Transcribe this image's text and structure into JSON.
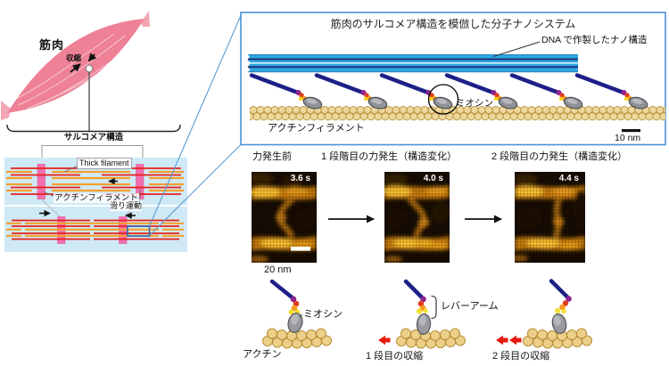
{
  "muscle_panel": {
    "muscle_label": "筋肉",
    "contraction_label": "収縮",
    "sarcomere_bracket_label": "サルコメア構造",
    "thick_filament_label": "Thick filament",
    "actin_filament_label": "アクチンフィラメント",
    "sliding_motion_label": "滑り運動"
  },
  "nano_system_box": {
    "title": "筋肉のサルコメア構造を模倣した分子ナノシステム",
    "dna_structure_label": "DNA で作製したナノ構造",
    "myosin_label": "ミオシン",
    "actin_filament_label": "アクチンフィラメント",
    "scale_bar_label": "10 nm"
  },
  "afm_sequence": {
    "panels": [
      {
        "label": "力発生前",
        "timestamp": "3.6 s"
      },
      {
        "label": "1 段階目の力発生（構造変化）",
        "timestamp": "4.0 s"
      },
      {
        "label": "2 段階目の力発生（構造変化）",
        "timestamp": "4.4 s"
      }
    ],
    "scale_bar_label": "20 nm"
  },
  "schematic_row": {
    "myosin_label": "ミオシン",
    "actin_label": "アクチン",
    "lever_arm_label": "レバーアーム",
    "step1_label": "1 段目の収縮",
    "step2_label": "2 段目の収縮"
  },
  "colors": {
    "box_border": "#4a90d9",
    "dna_light_blue": "#2aa7df",
    "dna_navy": "#12307f",
    "lever_navy": "#1c2087",
    "actin_red": "#e62019",
    "thick_filament_orange": "#f5a02c",
    "z_disc_pink": "#f170ae",
    "muscle_pink": "#ee8196",
    "afm_amber": "#f0a01a",
    "contraction_arrow_red": "#e8190f",
    "actin_bead_tan": "#eed79c"
  }
}
